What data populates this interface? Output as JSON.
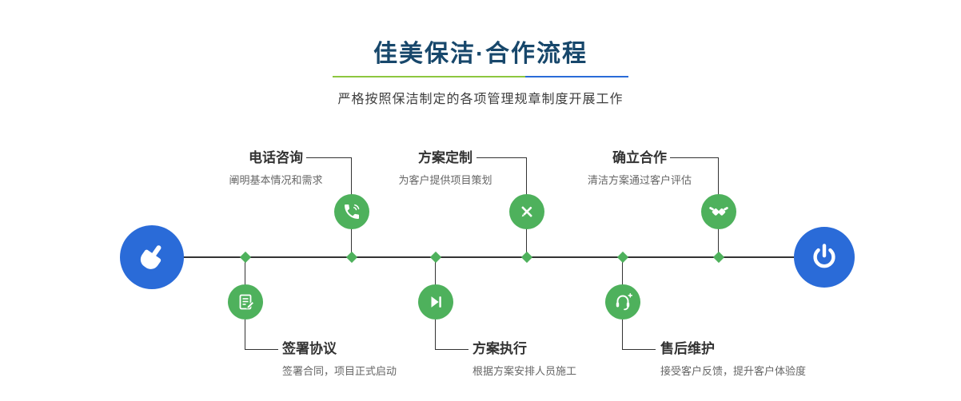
{
  "header": {
    "title": "佳美保洁·合作流程",
    "subtitle": "严格按照保洁制定的各项管理规章制度开展工作",
    "title_color": "#17476b",
    "divider_colors": [
      "#8dc63f",
      "#2a6bd8"
    ]
  },
  "timeline": {
    "line_color": "#333333",
    "node_color": "#4eb15c",
    "endpoint_color": "#2a6bd8",
    "start_icon": "pointer-hand-icon",
    "end_icon": "power-icon"
  },
  "steps_top": [
    {
      "title": "电话咨询",
      "desc": "阐明基本情况和需求",
      "icon": "phone-icon"
    },
    {
      "title": "方案定制",
      "desc": "为客户提供项目策划",
      "icon": "design-tools-icon"
    },
    {
      "title": "确立合作",
      "desc": "清洁方案通过客户评估",
      "icon": "handshake-icon"
    }
  ],
  "steps_bottom": [
    {
      "title": "签署协议",
      "desc": "签署合同，项目正式启动",
      "icon": "contract-icon"
    },
    {
      "title": "方案执行",
      "desc": "根据方案安排人员施工",
      "icon": "play-next-icon"
    },
    {
      "title": "售后维护",
      "desc": "接受客户反馈，提升客户体验度",
      "icon": "headset-icon"
    }
  ]
}
